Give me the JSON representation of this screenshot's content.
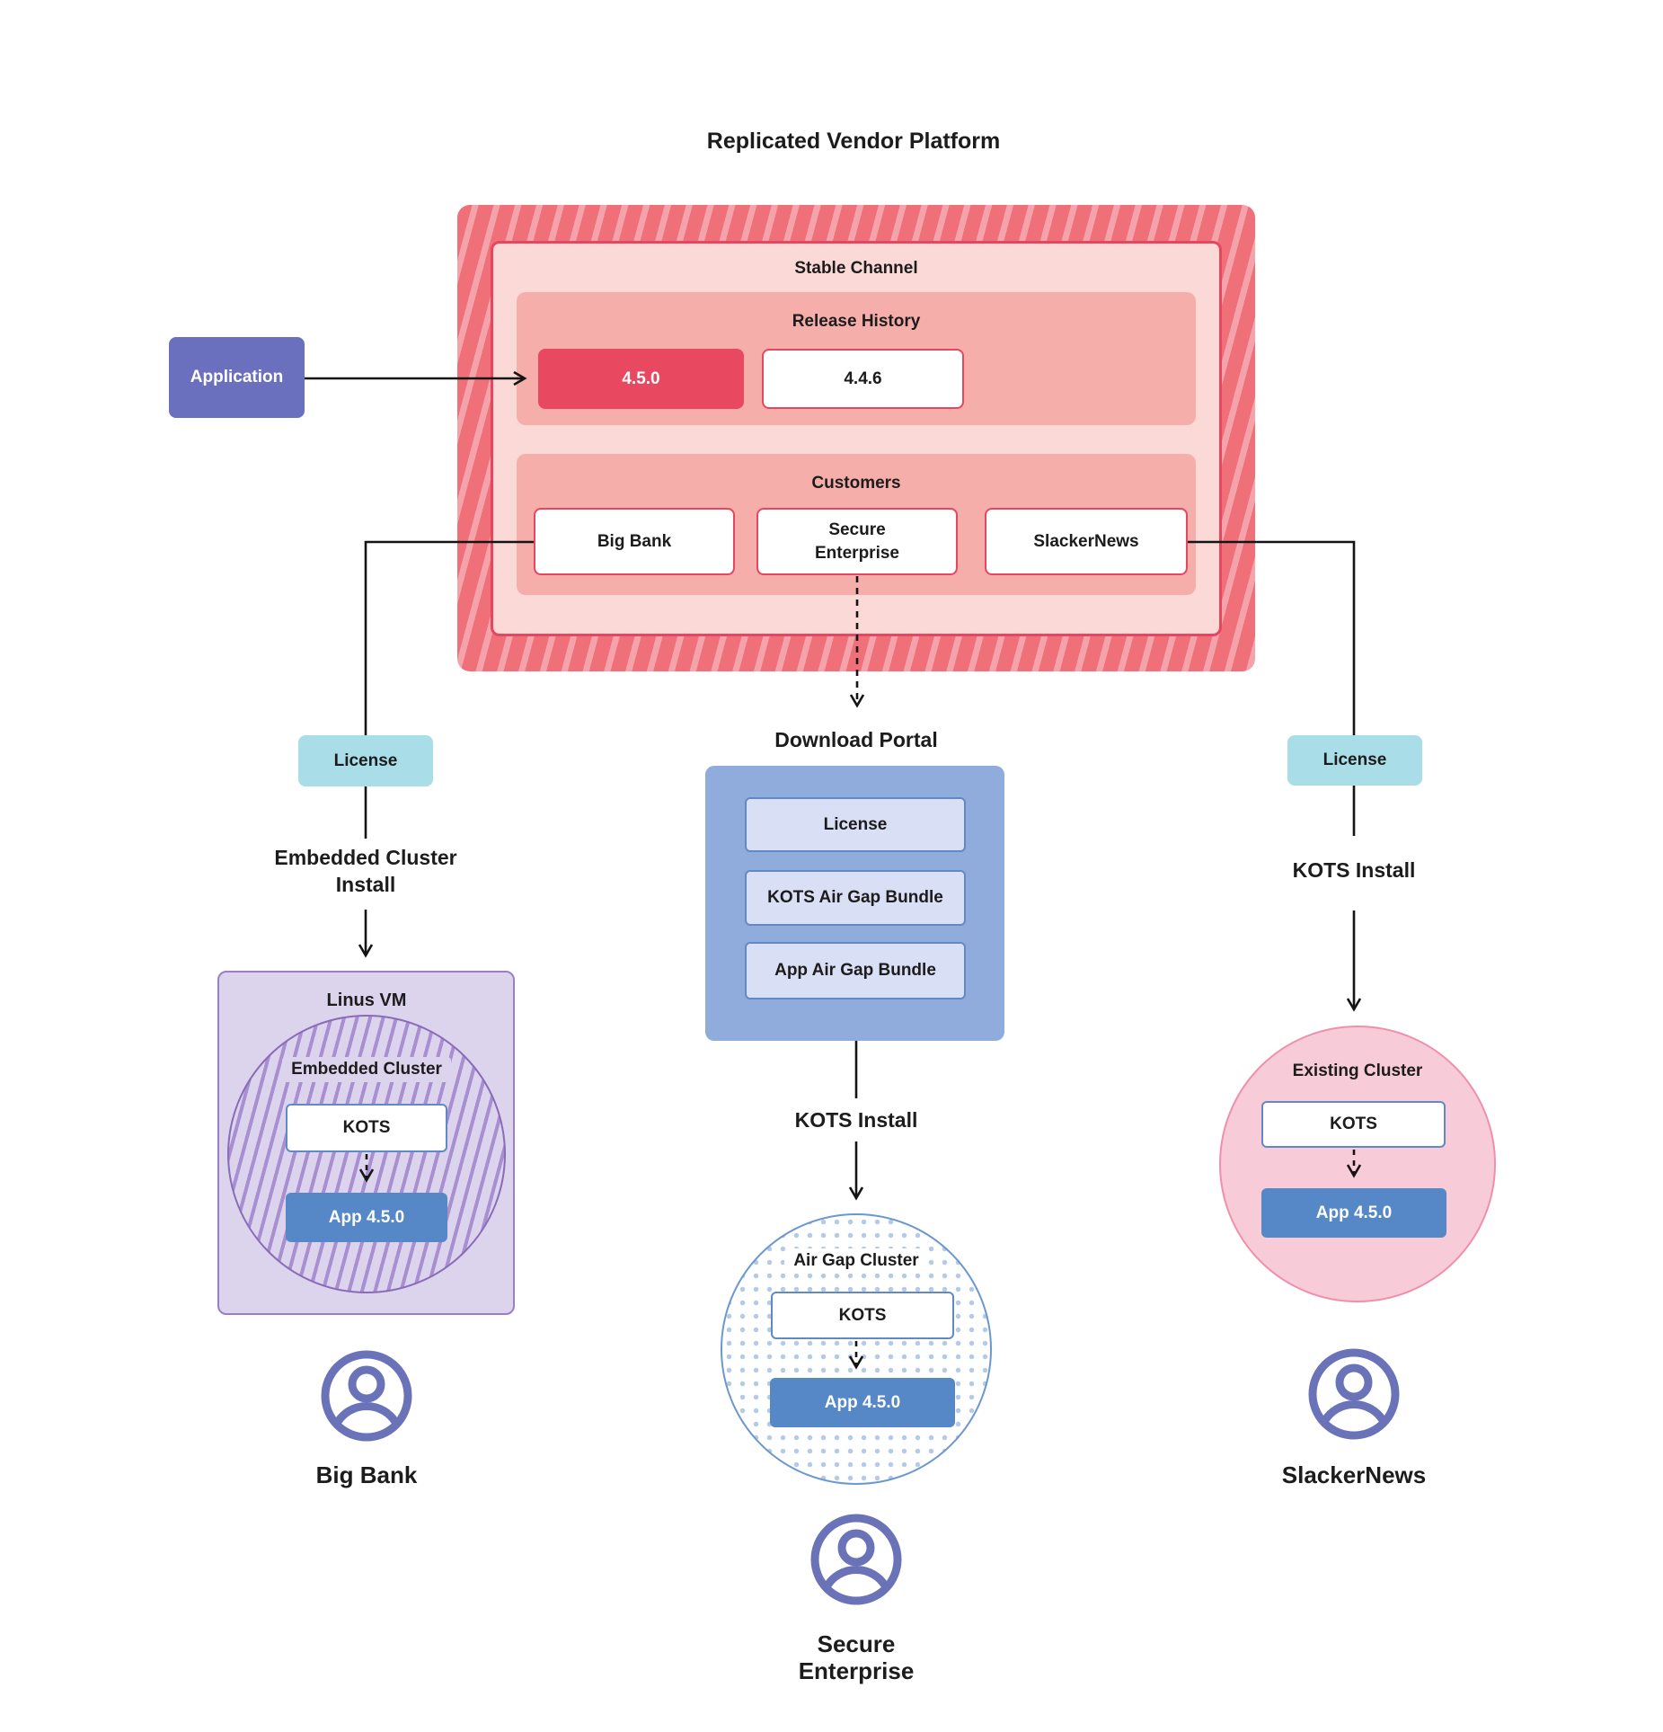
{
  "title": "Replicated Vendor Platform",
  "platform": {
    "stable_channel_label": "Stable Channel",
    "release_history_label": "Release History",
    "releases": [
      "4.5.0",
      "4.4.6"
    ],
    "customers_label": "Customers",
    "customers": [
      "Big Bank",
      "Secure Enterprise",
      "SlackerNews"
    ]
  },
  "application_label": "Application",
  "left": {
    "license": "License",
    "install": "Embedded Cluster Install",
    "vm": "Linus VM",
    "cluster": "Embedded Cluster",
    "kots": "KOTS",
    "app": "App 4.5.0",
    "user": "Big Bank"
  },
  "middle": {
    "portal_title": "Download Portal",
    "portal_items": [
      "License",
      "KOTS Air Gap Bundle",
      "App Air Gap Bundle"
    ],
    "install": "KOTS Install",
    "cluster": "Air Gap Cluster",
    "kots": "KOTS",
    "app": "App 4.5.0",
    "user": "Secure Enterprise"
  },
  "right": {
    "license": "License",
    "install": "KOTS Install",
    "cluster": "Existing Cluster",
    "kots": "KOTS",
    "app": "App 4.5.0",
    "user": "SlackerNews"
  },
  "colors": {
    "accent_red": "#E8455F",
    "hatch_red_base": "#F0707A",
    "hatch_red_stripe": "#F5A3AB",
    "panel_pink": "#FBD9D7",
    "container_salmon": "#F6AEAB",
    "release_current_red": "#E84860",
    "application_indigo": "#6B70BE",
    "license_cyan": "#A9DEE8",
    "portal_blue": "#8FACDC",
    "portal_item_fill": "#D9DFF4",
    "kots_border_blue": "#6189C6",
    "app_blue": "#5687C6",
    "vm_purple_fill": "#DCD3EC",
    "vm_purple_border": "#9B7EC5",
    "cluster_purple_border": "#8A6BB8",
    "airgap_border_blue": "#6B98CE",
    "existing_pink_fill": "#F8CBD9",
    "existing_pink_border": "#EF8FAC",
    "user_icon_indigo": "#6B73B8",
    "connector_black": "#141414"
  }
}
